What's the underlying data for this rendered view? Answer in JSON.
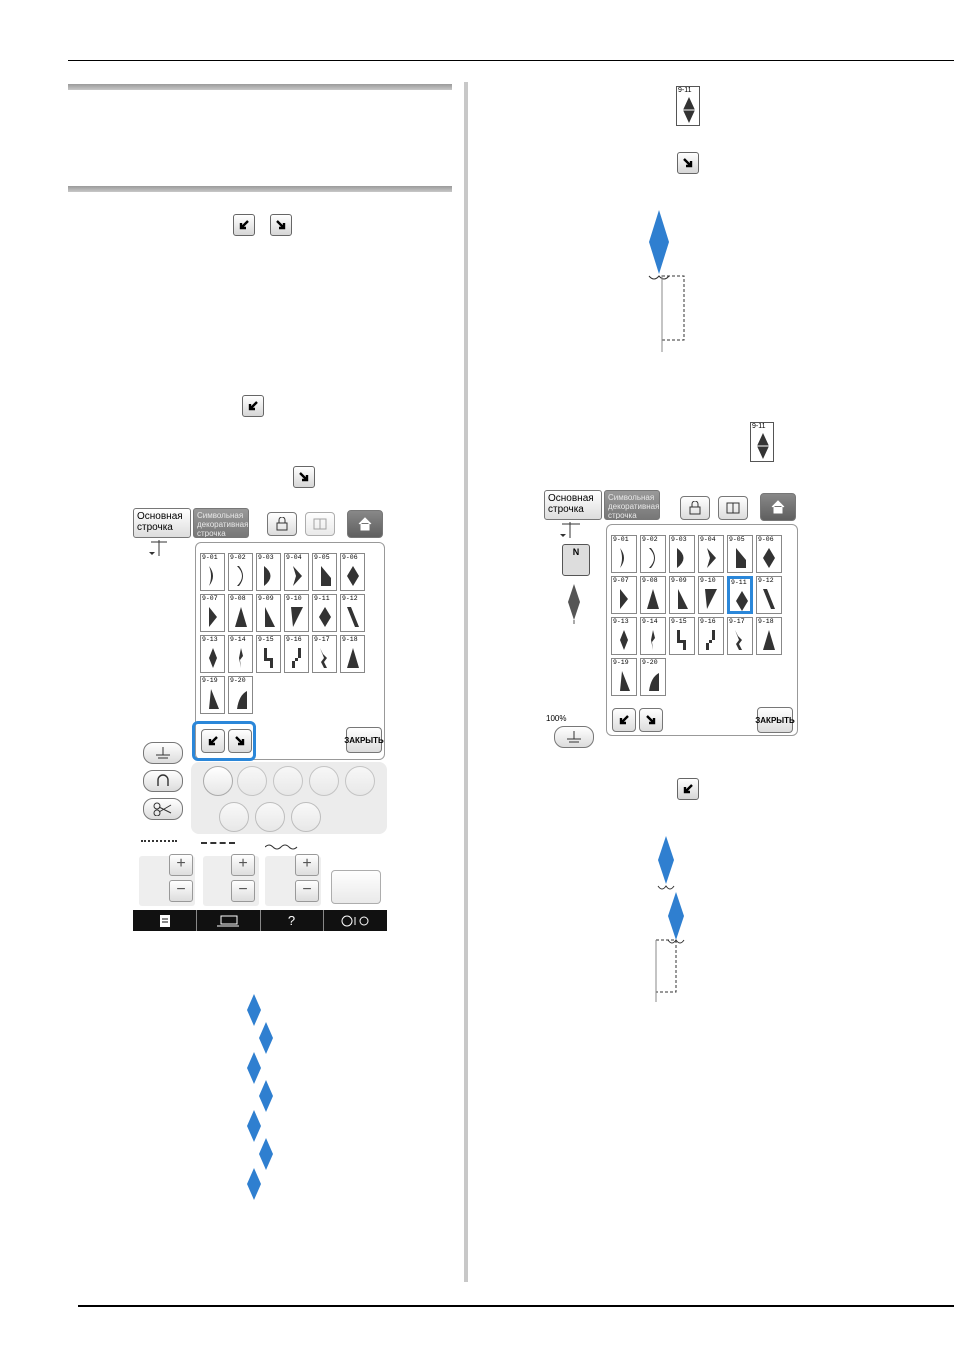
{
  "colors": {
    "stitch_blue": "#2f7fd0",
    "highlight_blue": "#2b87d9",
    "rule": "#000000"
  },
  "left_screen": {
    "tab_basic": "Основная строчка",
    "tab_deco": "Символьная декоративная строчка",
    "patterns": [
      "9-01",
      "9-02",
      "9-03",
      "9-04",
      "9-05",
      "9-06",
      "9-07",
      "9-08",
      "9-09",
      "9-10",
      "9-11",
      "9-12",
      "9-13",
      "9-14",
      "9-15",
      "9-16",
      "9-17",
      "9-18",
      "9-19",
      "9-20"
    ],
    "close_label": "ЗАКРЫТЬ",
    "help_label": "?",
    "icons": [
      "lock-icon",
      "book-icon",
      "home-icon",
      "arrow-down-left-icon",
      "arrow-down-right-icon",
      "presser-foot-icon",
      "reverse-icon",
      "scissors-icon"
    ]
  },
  "right_screen": {
    "tab_basic": "Основная строчка",
    "tab_deco": "Символьная декоративная строчка",
    "patterns": [
      "9-01",
      "9-02",
      "9-03",
      "9-04",
      "9-05",
      "9-06",
      "9-07",
      "9-08",
      "9-09",
      "9-10",
      "9-11",
      "9-12",
      "9-13",
      "9-14",
      "9-15",
      "9-16",
      "9-17",
      "9-18",
      "9-19",
      "9-20"
    ],
    "selected": "9-11",
    "close_label": "ЗАКРЫТЬ",
    "foot_label": "N",
    "zoom": "100%"
  },
  "inline_icons": {
    "pattern_label_top": "9-11",
    "pattern_label_mid": "9-11"
  }
}
